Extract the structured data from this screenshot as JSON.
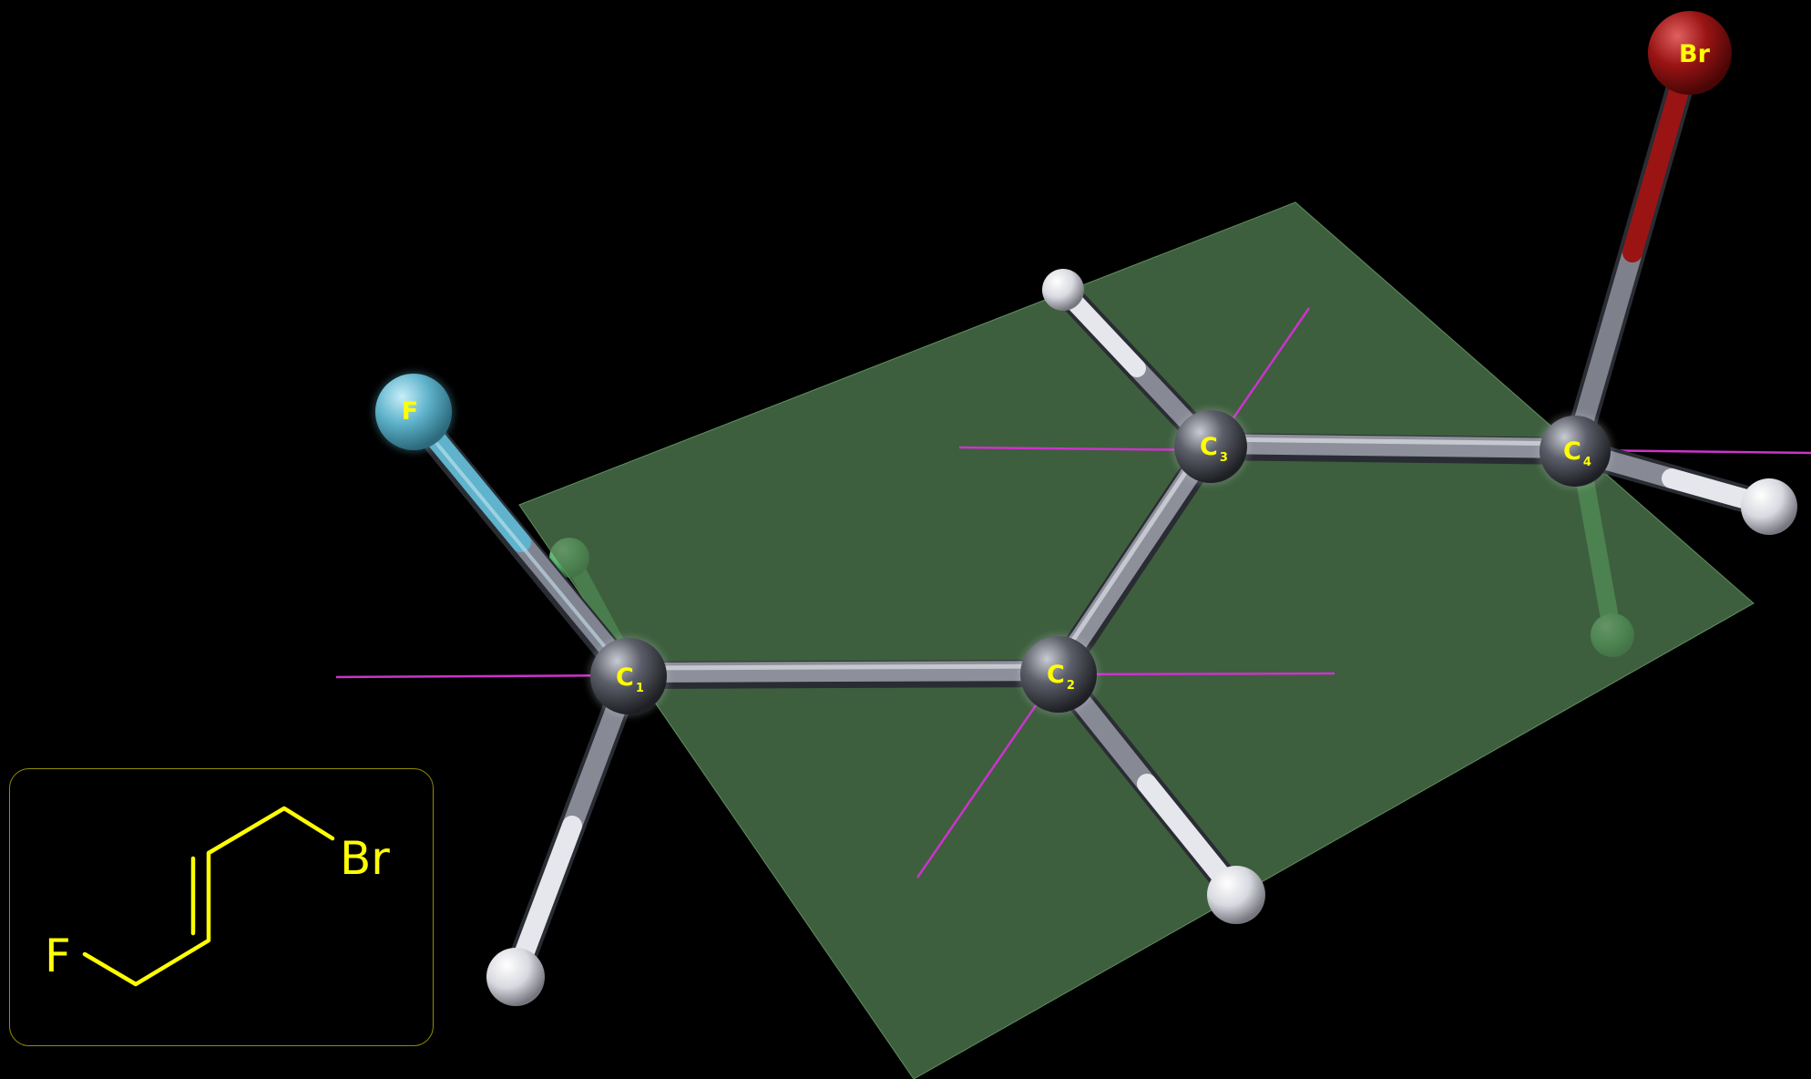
{
  "molecule": {
    "atoms": {
      "c1": {
        "element": "C",
        "index": "1"
      },
      "c2": {
        "element": "C",
        "index": "2"
      },
      "c3": {
        "element": "C",
        "index": "3"
      },
      "c4": {
        "element": "C",
        "index": "4"
      },
      "f": {
        "element": "F"
      },
      "br": {
        "element": "Br"
      }
    },
    "colors": {
      "background": "#000000",
      "label": "#ffff00",
      "carbon": "#6e717c",
      "hydrogen": "#e8e8ee",
      "fluorine": "#5fb3cc",
      "bromine": "#9a1414",
      "plane": "#3d5a3d",
      "axis": "#cc33cc",
      "behind_hydrogen": "#4caa60"
    }
  },
  "skeletal": {
    "label_f": "F",
    "label_br": "Br",
    "border_color": "#8f8f00"
  }
}
